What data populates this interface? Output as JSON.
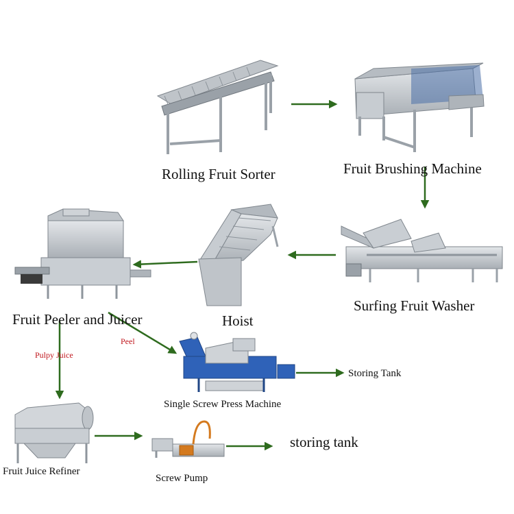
{
  "machines": {
    "rolling_sorter": "Rolling Fruit Sorter",
    "brushing_machine": "Fruit Brushing Machine",
    "surfing_washer": "Surfing Fruit Washer",
    "hoist": "Hoist",
    "peeler_juicer": "Fruit Peeler and Juicer",
    "screw_press": "Single  Screw Press Machine",
    "juice_refiner": "Fruit Juice Refiner",
    "screw_pump": "Screw Pump"
  },
  "outputs": {
    "storing_tank_1": "Storing Tank",
    "storing_tank_2": "storing tank"
  },
  "branch_labels": {
    "pulpy_juice": "Pulpy Juice",
    "peel": "Peel"
  },
  "colors": {
    "arrow": "#2e6b1e",
    "branch_text": "#c0171d",
    "steel": "#c7ccd1",
    "steel_dark": "#8e959c",
    "motor_blue": "#2f62b8"
  }
}
